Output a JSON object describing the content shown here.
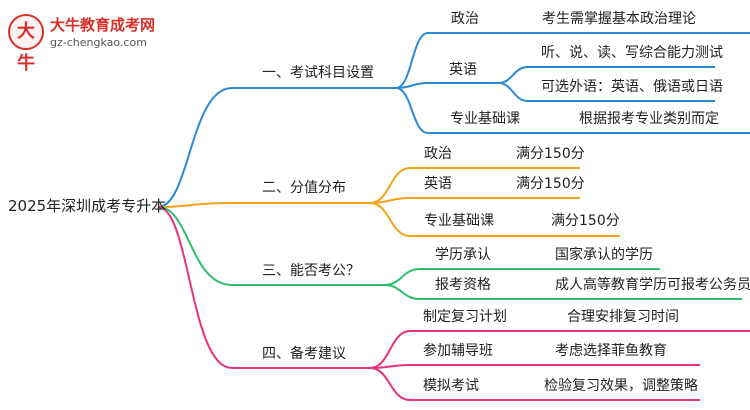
{
  "brand": {
    "name": "大牛教育成考网",
    "url": "gz-chengkao.com",
    "mark": "大牛"
  },
  "root": "2025年深圳成考专升本",
  "colors": {
    "blue": "#2b8ad6",
    "orange": "#f2a316",
    "green": "#2fbf6b",
    "pink": "#e8327c"
  },
  "branches": [
    {
      "label": "一、考试科目设置",
      "children": [
        {
          "label": "政治",
          "detail": "考生需掌握基本政治理论"
        },
        {
          "label": "英语",
          "details": [
            "听、说、读、写综合能力测试",
            "可选外语：英语、俄语或日语"
          ]
        },
        {
          "label": "专业基础课",
          "detail": "根据报考专业类别而定"
        }
      ]
    },
    {
      "label": "二、分值分布",
      "children": [
        {
          "label": "政治",
          "detail": "满分150分"
        },
        {
          "label": "英语",
          "detail": "满分150分"
        },
        {
          "label": "专业基础课",
          "detail": "满分150分"
        }
      ]
    },
    {
      "label": "三、能否考公？",
      "children": [
        {
          "label": "学历承认",
          "detail": "国家承认的学历"
        },
        {
          "label": "报考资格",
          "detail": "成人高等教育学历可报考公务员"
        }
      ]
    },
    {
      "label": "四、备考建议",
      "children": [
        {
          "label": "制定复习计划",
          "detail": "合理安排复习时间"
        },
        {
          "label": "参加辅导班",
          "detail": "考虑选择菲鱼教育"
        },
        {
          "label": "模拟考试",
          "detail": "检验复习效果，调整策略"
        }
      ]
    }
  ]
}
